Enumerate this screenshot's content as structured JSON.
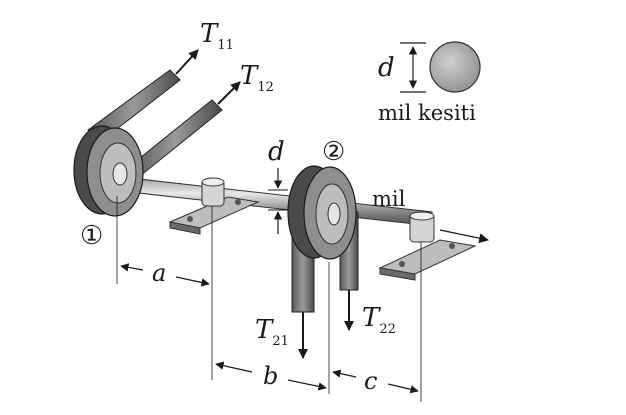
{
  "labels": {
    "t11": {
      "main": "T",
      "sub": "11"
    },
    "t12": {
      "main": "T",
      "sub": "12"
    },
    "t21": {
      "main": "T",
      "sub": "21"
    },
    "t22": {
      "main": "T",
      "sub": "22"
    },
    "d_section": "d",
    "d_shaft": "d",
    "pulley_1": "①",
    "pulley_2": "②",
    "shaft": "mil",
    "section": "mil kesiti",
    "dim_a": "a",
    "dim_b": "b",
    "dim_c": "c"
  },
  "colors": {
    "ink": "#1a1a1a",
    "metal_dark": "#3a3a3a",
    "metal_mid": "#7a7a7a",
    "metal_light": "#c8c8c8",
    "section_fill": "#a8a8a8"
  }
}
